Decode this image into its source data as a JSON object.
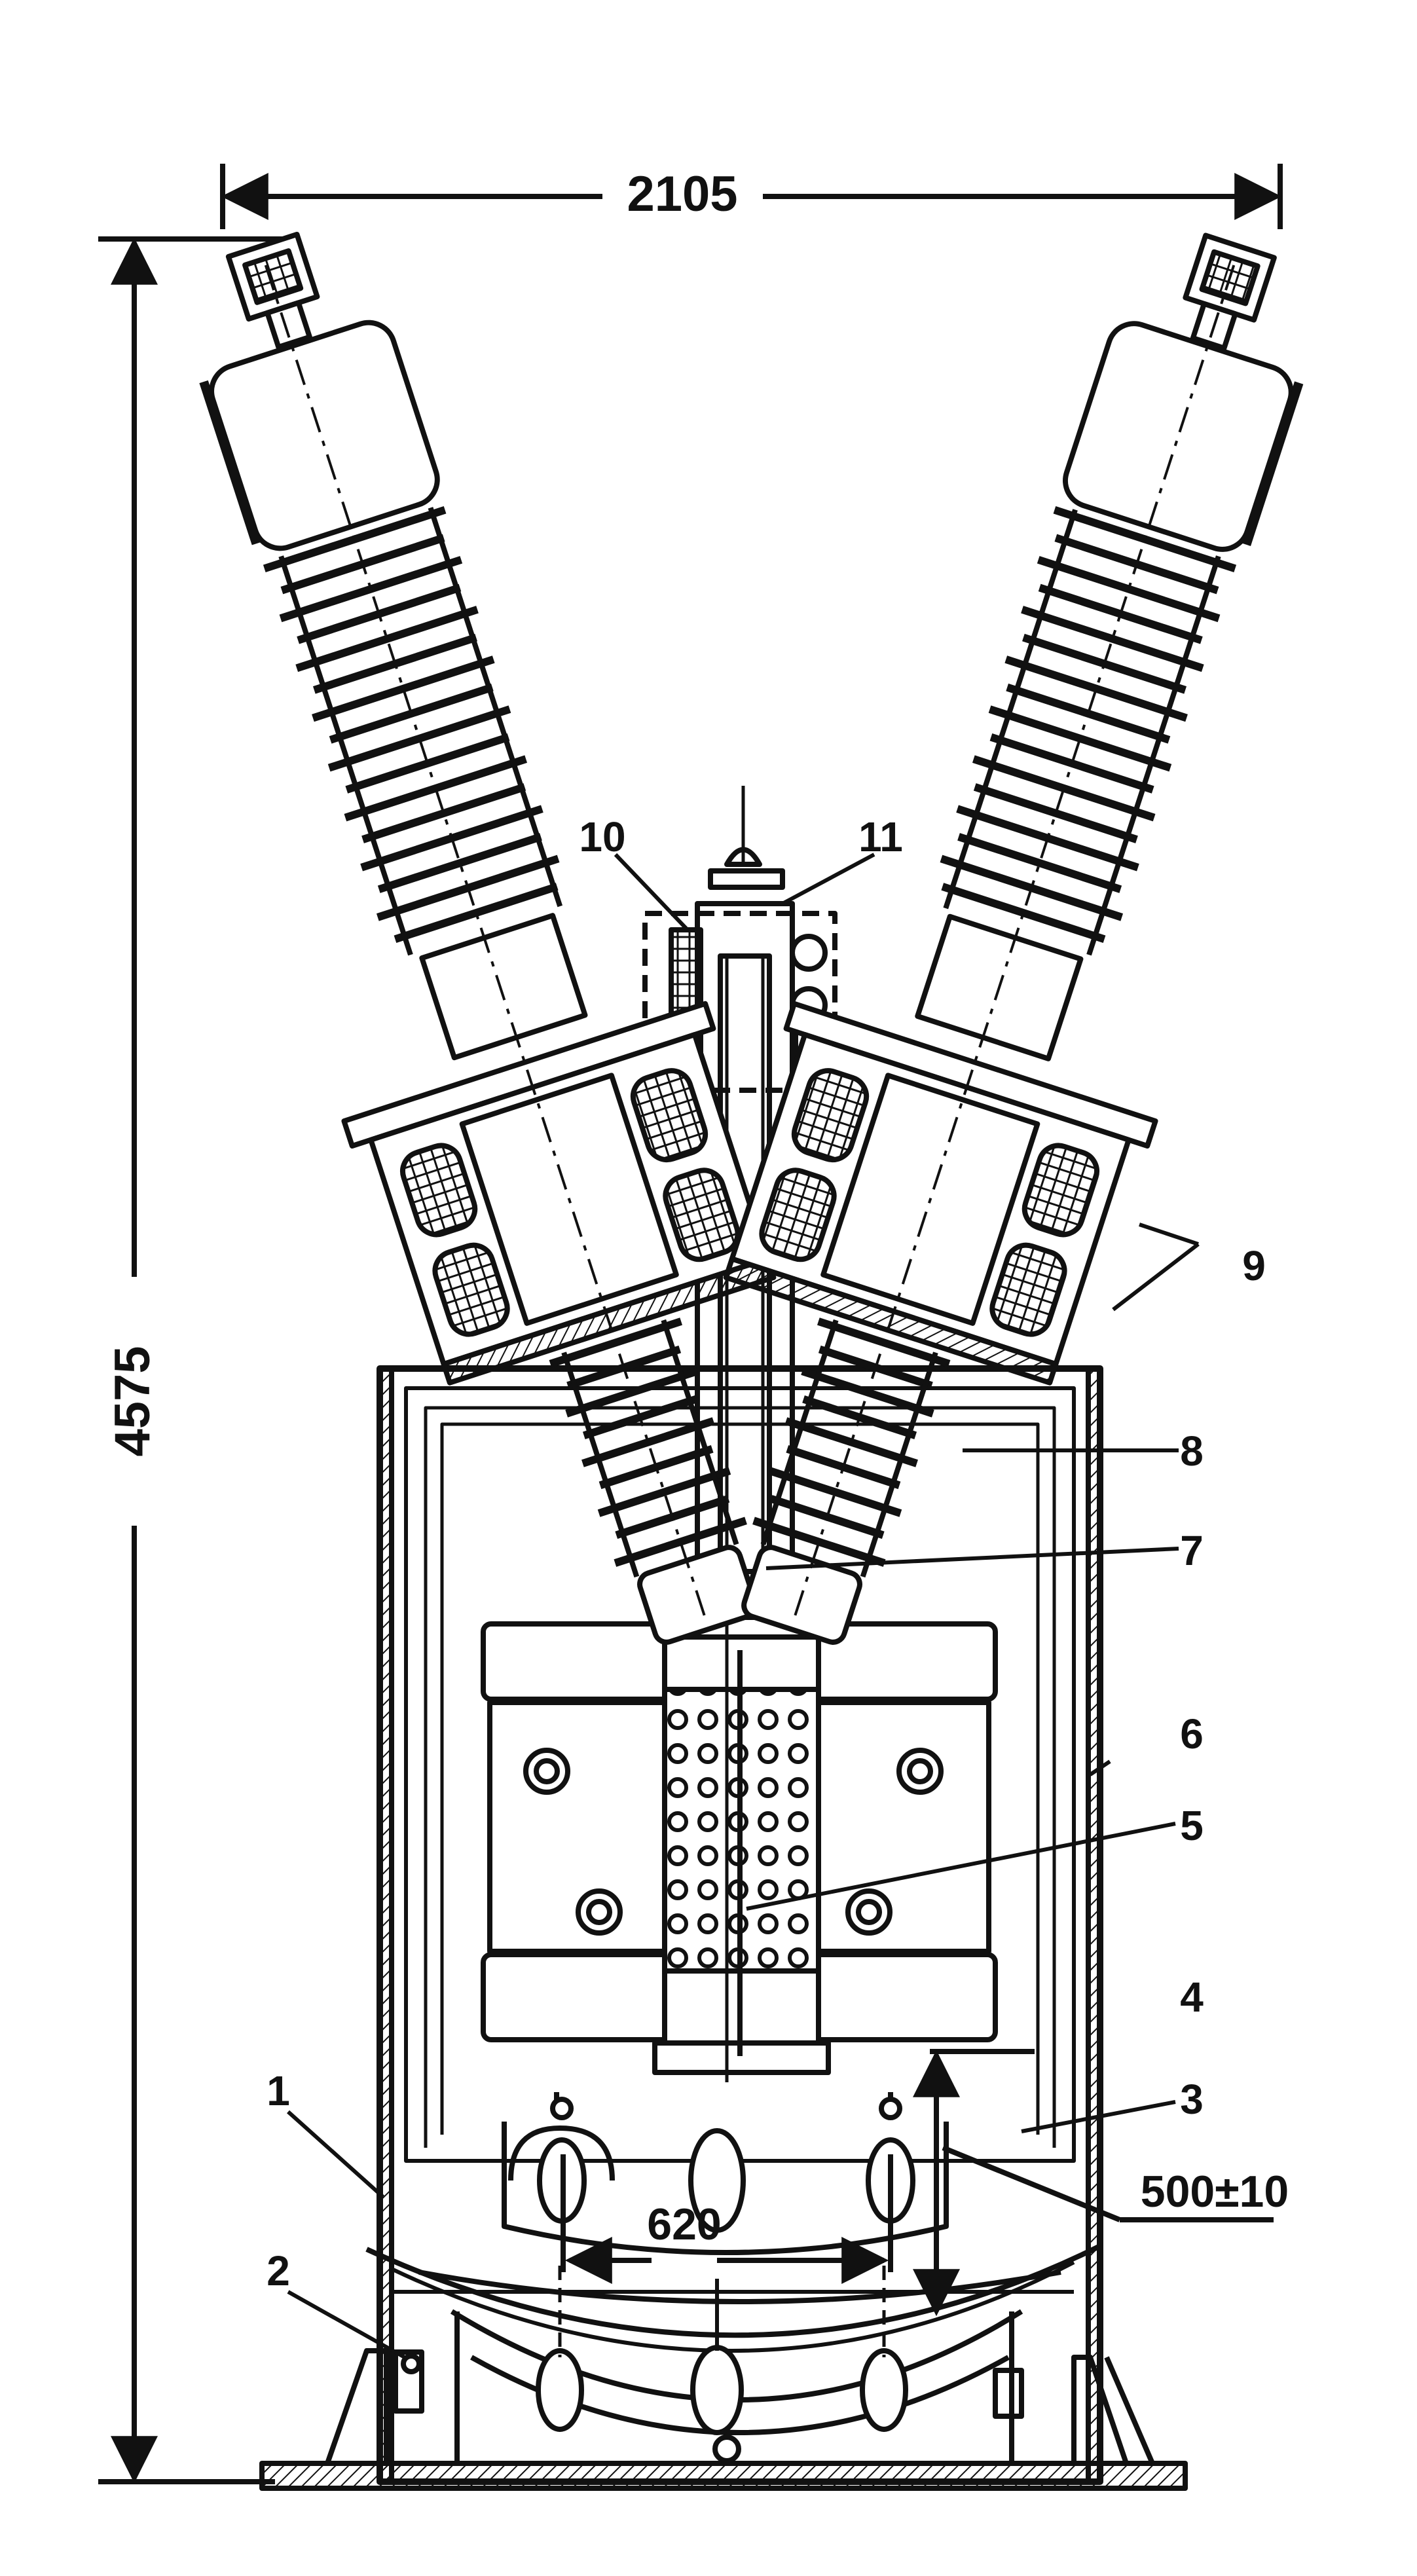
{
  "dimensions": {
    "width_total": "2105",
    "height_total": "4575",
    "spacing": "620",
    "clearance": "500±10"
  },
  "callouts": [
    "1",
    "2",
    "3",
    "4",
    "5",
    "6",
    "7",
    "8",
    "9",
    "10",
    "11"
  ],
  "colors": {
    "ink": "#111111",
    "paper": "#ffffff"
  }
}
